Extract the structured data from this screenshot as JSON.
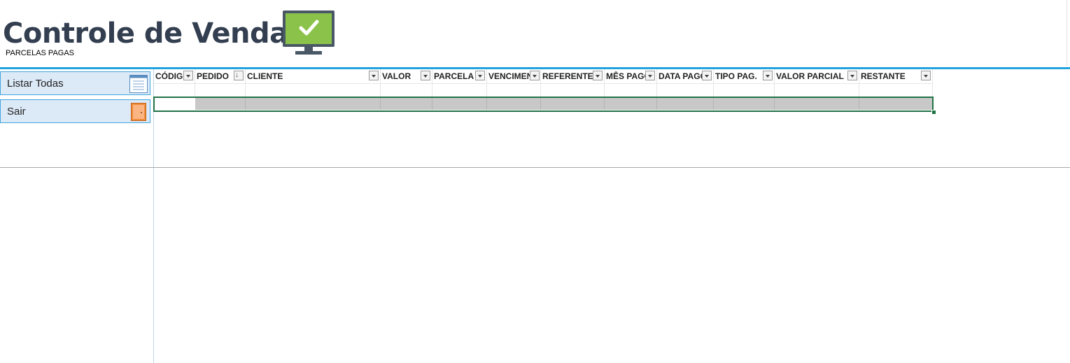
{
  "header": {
    "title": "Controle de Vendas",
    "subtitle": "PARCELAS PAGAS",
    "icon": "monitor-check-icon",
    "accent_color": "#20a3de",
    "icon_green": "#8bc34a"
  },
  "sidebar": {
    "items": [
      {
        "label": "Listar Todas",
        "icon": "list-window-icon"
      },
      {
        "label": "Sair",
        "icon": "door-exit-icon"
      }
    ]
  },
  "table": {
    "columns": [
      {
        "label": "CÓDIGO",
        "sort": "none"
      },
      {
        "label": "PEDIDO",
        "sort": "ascending"
      },
      {
        "label": "CLIENTE",
        "sort": "none"
      },
      {
        "label": "VALOR",
        "sort": "none"
      },
      {
        "label": "PARCELA",
        "sort": "none"
      },
      {
        "label": "VENCIMENTO",
        "sort": "none"
      },
      {
        "label": "REFERENTE",
        "sort": "none"
      },
      {
        "label": "MÊS PAGO",
        "sort": "none"
      },
      {
        "label": "DATA PAGO",
        "sort": "none"
      },
      {
        "label": "TIPO PAG.",
        "sort": "none"
      },
      {
        "label": "VALOR PARCIAL",
        "sort": "none"
      },
      {
        "label": "RESTANTE",
        "sort": "none"
      }
    ],
    "rows": [],
    "selected_row_color": "#c8c8c8"
  }
}
